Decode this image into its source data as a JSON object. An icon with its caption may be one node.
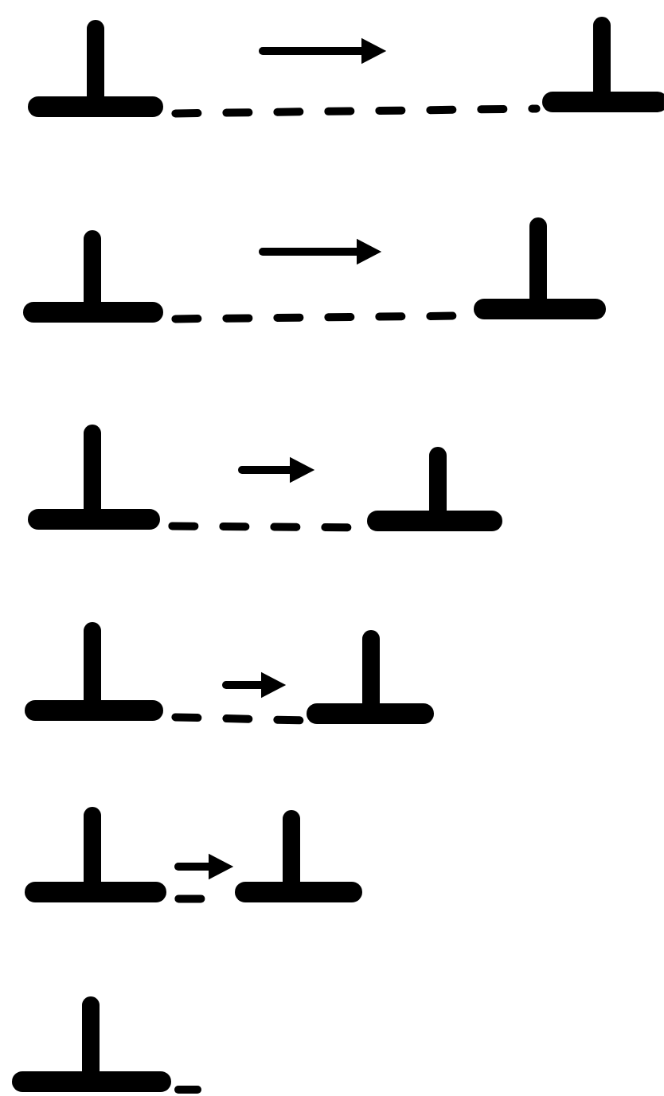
{
  "diagram": {
    "nodes": [
      {
        "text": [],
        "shape": "tee"
      },
      {
        "text": [],
        "shape": "tee"
      },
      {
        "text": [],
        "shape": "tee"
      },
      {
        "text": [],
        "shape": "tee"
      },
      {
        "text": [],
        "shape": "tee"
      },
      {
        "text": [],
        "shape": "tee"
      },
      {
        "text": [],
        "shape": "tee"
      },
      {
        "text": [],
        "shape": "tee"
      },
      {
        "text": [],
        "shape": "tee"
      },
      {
        "text": [],
        "shape": "tee"
      },
      {
        "text": [],
        "shape": "tee"
      }
    ],
    "edges": [
      {
        "from": 0,
        "to": 1,
        "arrow": "none",
        "style": "dashed"
      },
      {
        "from": 2,
        "to": 3,
        "arrow": "none",
        "style": "dashed"
      },
      {
        "from": 4,
        "to": 5,
        "arrow": "none",
        "style": "dashed"
      },
      {
        "from": 6,
        "to": 7,
        "arrow": "none",
        "style": "dashed"
      },
      {
        "from": 8,
        "to": 9,
        "arrow": "none",
        "style": "dashed"
      }
    ]
  }
}
